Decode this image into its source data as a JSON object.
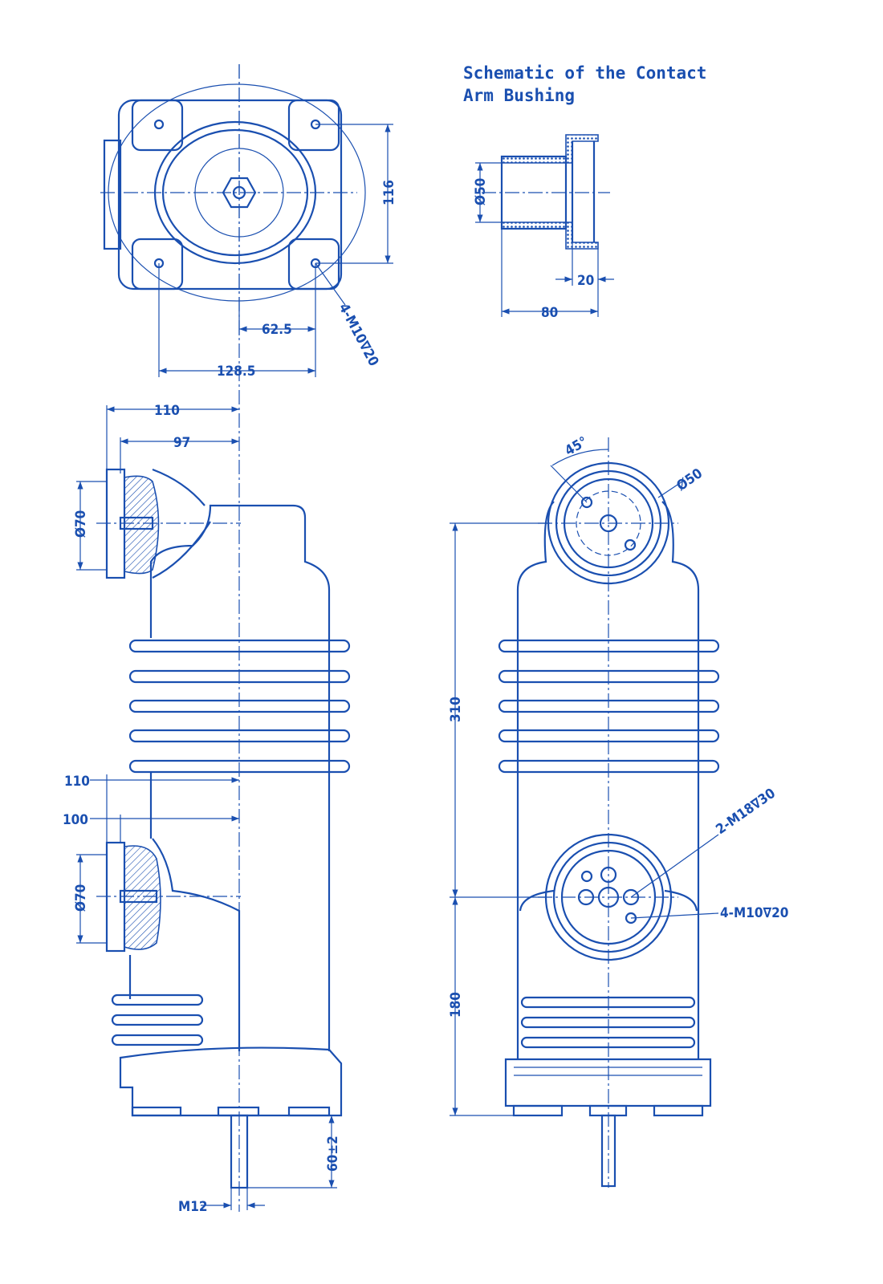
{
  "title": {
    "line1": "Schematic of the Contact",
    "line2": "Arm Bushing"
  },
  "top_view": {
    "dim_vertical": "116",
    "dim_half": "62.5",
    "dim_full": "128.5",
    "holes": "4-M10∇20"
  },
  "bushing_schematic": {
    "diameter": "Ø50",
    "flange": "20",
    "length": "80"
  },
  "side_view": {
    "upper_width": "110",
    "upper_inner": "97",
    "upper_diameter": "Ø70",
    "lower_width": "110",
    "lower_inner": "100",
    "lower_diameter": "Ø70",
    "rod_length": "60±2",
    "thread": "M12"
  },
  "front_view": {
    "angle": "45°",
    "top_diameter": "Ø50",
    "height_upper": "310",
    "height_lower": "180",
    "holes_large": "2-M18∇30",
    "holes_small": "4-M10∇20"
  },
  "colors": {
    "line": "#1a4fb0"
  }
}
